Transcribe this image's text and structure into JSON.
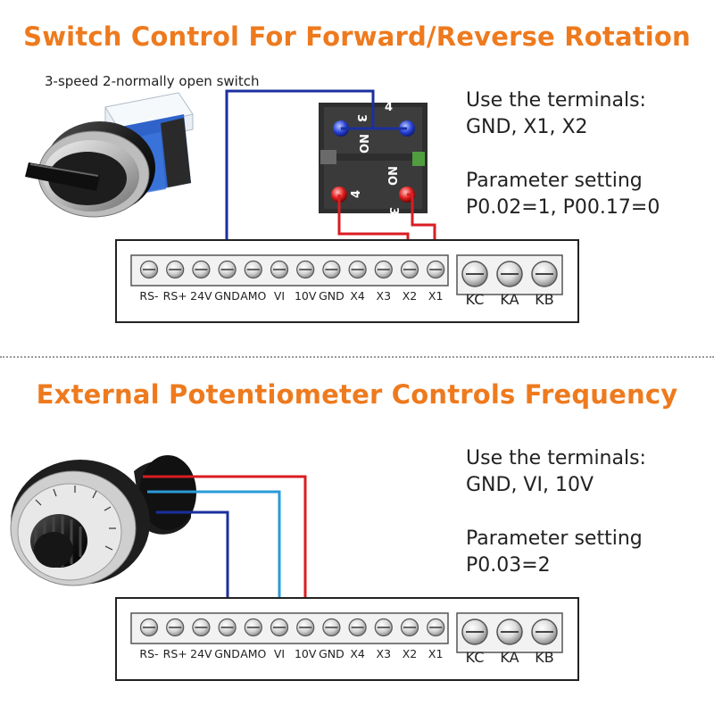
{
  "section1": {
    "title": "Switch Control For Forward/Reverse Rotation",
    "caption": "3-speed 2-normally open switch",
    "info_line1": "Use the terminals:",
    "info_line2": "GND, X1, X2",
    "param_label": "Parameter setting",
    "param_value": "P0.02=1, P00.17=0",
    "switch_upper_labels": [
      "3",
      "4",
      "NO"
    ],
    "switch_lower_labels": [
      "NO",
      "4",
      "3"
    ]
  },
  "section2": {
    "title": "External Potentiometer Controls Frequency",
    "info_line1": "Use the terminals:",
    "info_line2": "GND, VI, 10V",
    "param_label": "Parameter setting",
    "param_value": "P0.03=2"
  },
  "terminal_labels": [
    "RS-",
    "RS+",
    "24V",
    "GND",
    "AMO",
    "VI",
    "10V",
    "GND",
    "X4",
    "X3",
    "X2",
    "X1"
  ],
  "relay_labels": [
    "KC",
    "KA",
    "KB"
  ],
  "colors": {
    "title": "#ee7a1e",
    "wire_red": "#d91d23",
    "wire_blue": "#1b2f9e",
    "wire_lightblue": "#2a9bd8"
  }
}
